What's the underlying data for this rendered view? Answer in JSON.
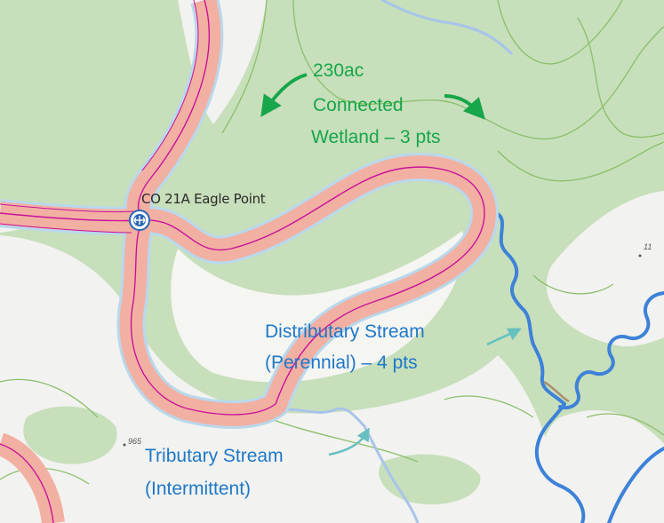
{
  "labels": {
    "wetland_area": "230ac",
    "wetland_kind": "Connected",
    "wetland_pts": "Wetland – 3 pts",
    "place_name": "CO 21A Eagle Point",
    "distributary_name": "Distributary Stream",
    "distributary_pts": "(Perennial) – 4 pts",
    "tributary_name": "Tributary Stream",
    "tributary_kind": "(Intermittent)",
    "spot_elev_1": "11",
    "spot_elev_2": "965"
  },
  "icons": {
    "access_point": "boat-launch-icon"
  },
  "colors": {
    "forest": "#c7dfbb",
    "open_land": "#f2f2f0",
    "road_fill": "#f2b0a3",
    "road_line": "#c8139a",
    "perennial_stream": "#3d82d8",
    "intermittent_stream": "#a8c4ea",
    "contour": "#8cbf6a",
    "annotation_green": "#17a64a",
    "annotation_blue": "#1e78c8",
    "pointer_teal": "#66c0c0"
  }
}
